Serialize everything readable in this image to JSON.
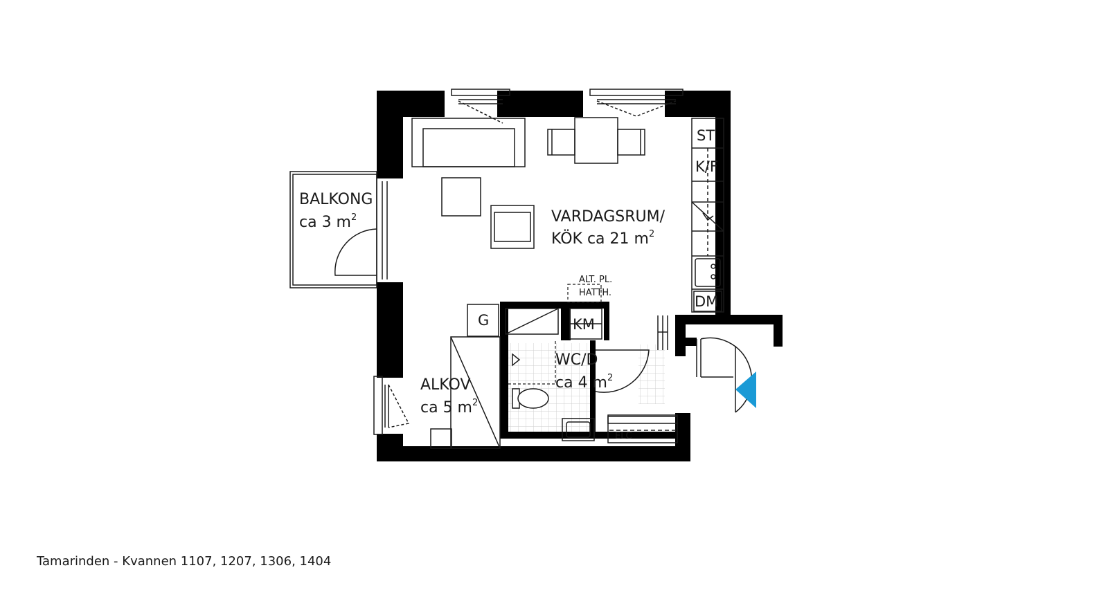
{
  "rooms": {
    "balcony": {
      "name": "BALKONG",
      "area": "ca 3 m",
      "sup": "2"
    },
    "living": {
      "name": "VARDAGSRUM/",
      "area": "KÖK ca 21 m",
      "sup": "2"
    },
    "alcove": {
      "name": "ALKOV",
      "area": "ca 5 m",
      "sup": "2"
    },
    "bathroom": {
      "name": "WC/D",
      "area": "ca 4 m",
      "sup": "2"
    }
  },
  "fixtures": {
    "st": "ST",
    "kf": "K/F",
    "dm": "DM",
    "g": "G",
    "km": "KM",
    "elc": "ELC",
    "alt_pl": "ALT. PL.",
    "hatth": "HATTH."
  },
  "caption": "Tamarinden - Kvannen 1107, 1207, 1306, 1404",
  "colors": {
    "wall": "#000000",
    "line": "#1a1a1a",
    "entrance_marker": "#1a9ad6",
    "tile": "#cfcfcf"
  },
  "icons": {
    "entrance": "entrance-arrow-icon"
  }
}
